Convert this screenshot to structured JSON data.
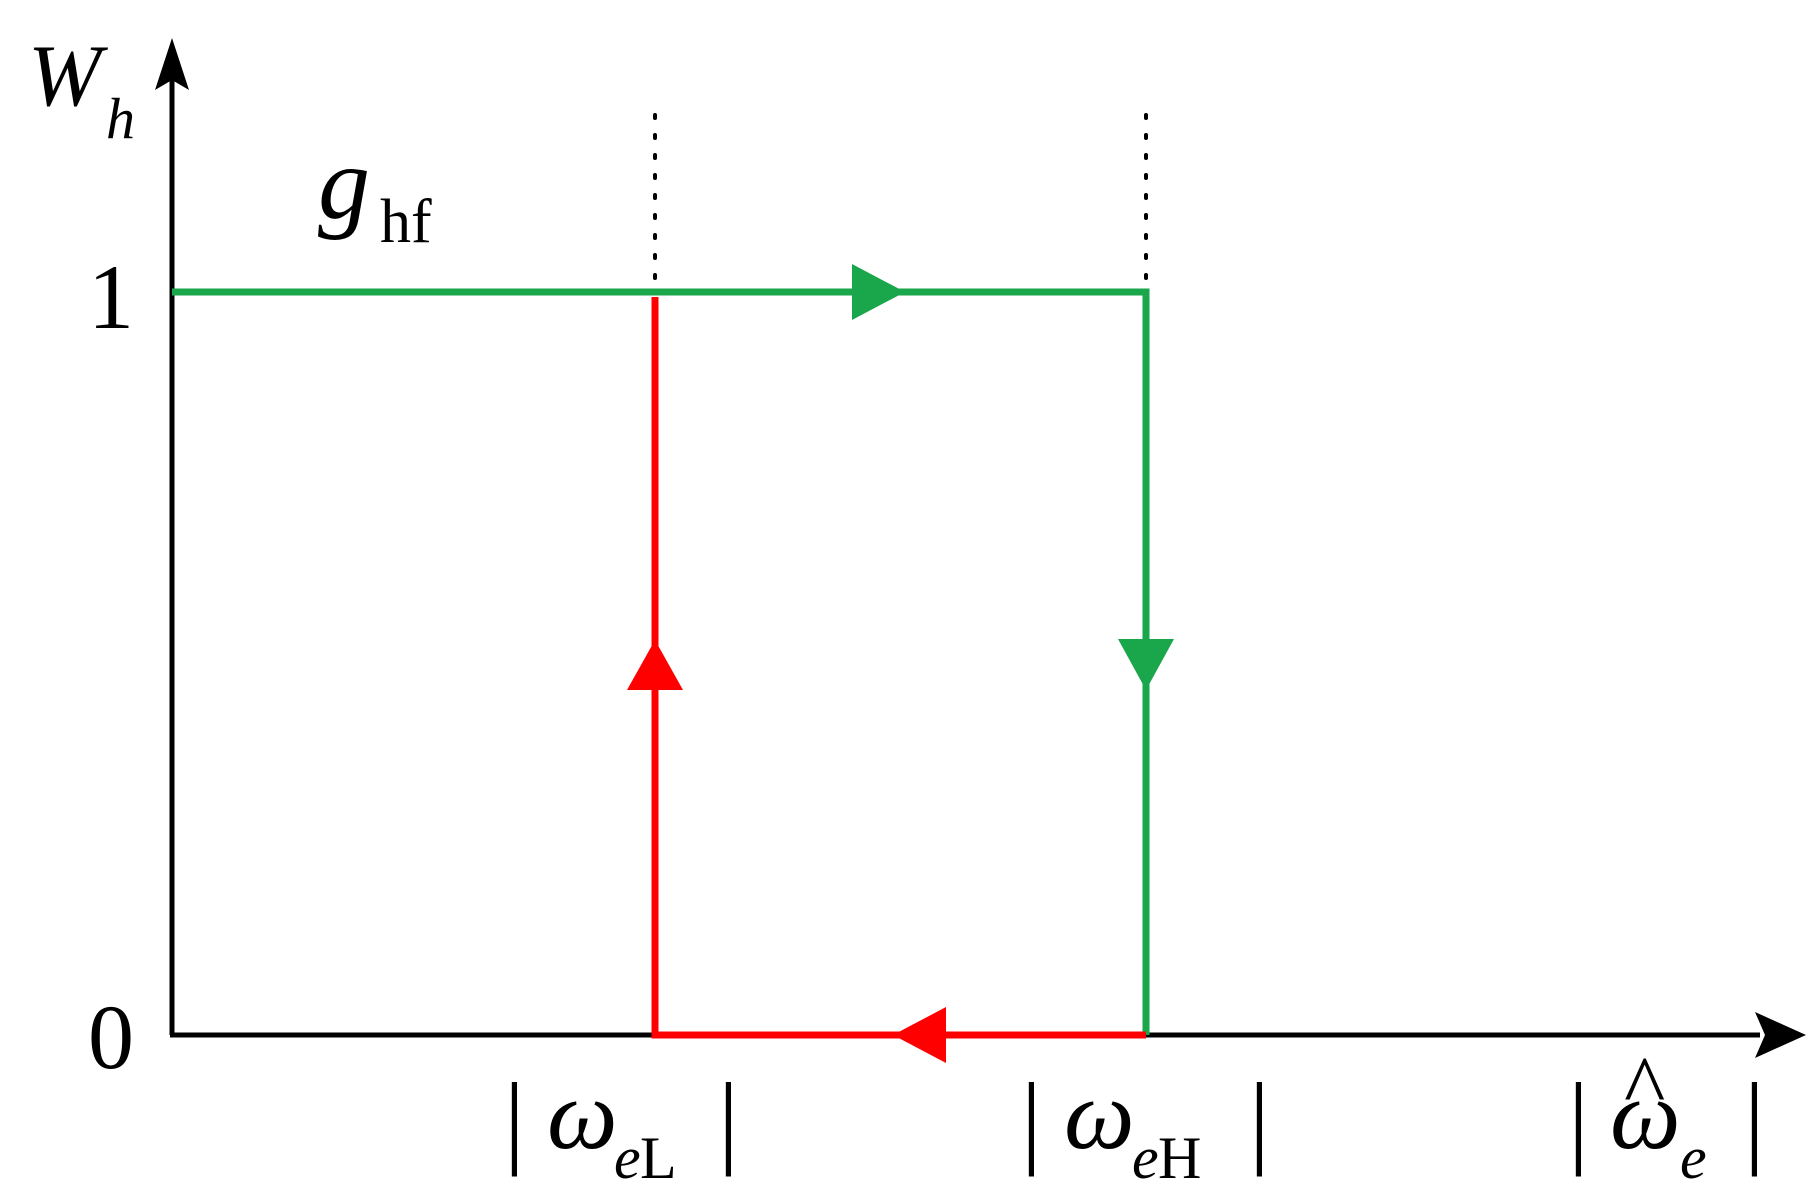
{
  "y_axis": {
    "symbol": "W",
    "subscript": "h"
  },
  "x_axis": {
    "symbol": "ω",
    "hat": "^",
    "subscript": "e",
    "bar": "|"
  },
  "ticks": {
    "y_one": "1",
    "y_zero": "0"
  },
  "marks": {
    "low": {
      "symbol": "ω",
      "sub_italic": "e",
      "sub_roman": "L",
      "bar": "|"
    },
    "high": {
      "symbol": "ω",
      "sub_italic": "e",
      "sub_roman": "H",
      "bar": "|"
    }
  },
  "curve_label": {
    "symbol": "g",
    "subscript": "hf"
  },
  "colors": {
    "upper_path": "#1aa64a",
    "lower_path": "#ff0000",
    "axes": "#000000",
    "guides": "#000000"
  },
  "arrows": {
    "upper": "right",
    "right_edge": "down",
    "lower": "left",
    "left_edge": "up"
  }
}
